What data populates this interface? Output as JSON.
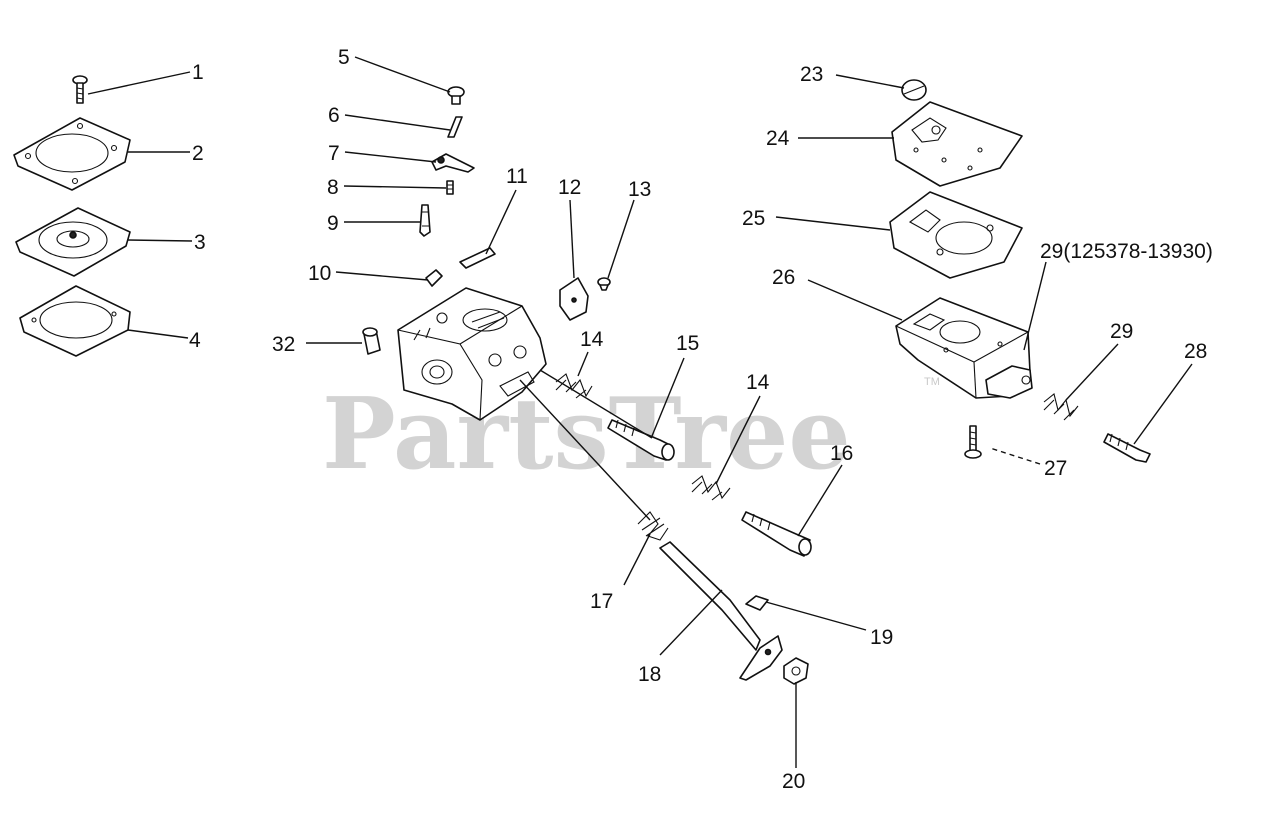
{
  "watermark": {
    "text": "PartsTree",
    "mark": "TM"
  },
  "labels": {
    "p1": "1",
    "p2": "2",
    "p3": "3",
    "p4": "4",
    "p5": "5",
    "p6": "6",
    "p7": "7",
    "p8": "8",
    "p9": "9",
    "p10": "10",
    "p11": "11",
    "p12": "12",
    "p13": "13",
    "p14a": "14",
    "p14b": "14",
    "p15": "15",
    "p16": "16",
    "p17": "17",
    "p18": "18",
    "p19": "19",
    "p20": "20",
    "p23": "23",
    "p24": "24",
    "p25": "25",
    "p26": "26",
    "p27": "27",
    "p28": "28",
    "p29a": "29(125378-13930)",
    "p29b": "29",
    "p32": "32"
  }
}
